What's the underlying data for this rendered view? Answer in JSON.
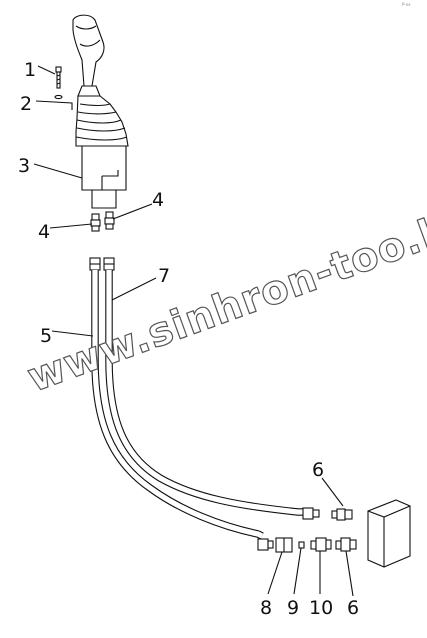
{
  "corner_mark": "P-xx",
  "watermark": "www.sinhron-too.kz",
  "callouts": {
    "c1": "1",
    "c2": "2",
    "c3": "3",
    "c4a": "4",
    "c4b": "4",
    "c5": "5",
    "c6a": "6",
    "c6b": "6",
    "c7": "7",
    "c8": "8",
    "c9": "9",
    "c10": "10"
  }
}
